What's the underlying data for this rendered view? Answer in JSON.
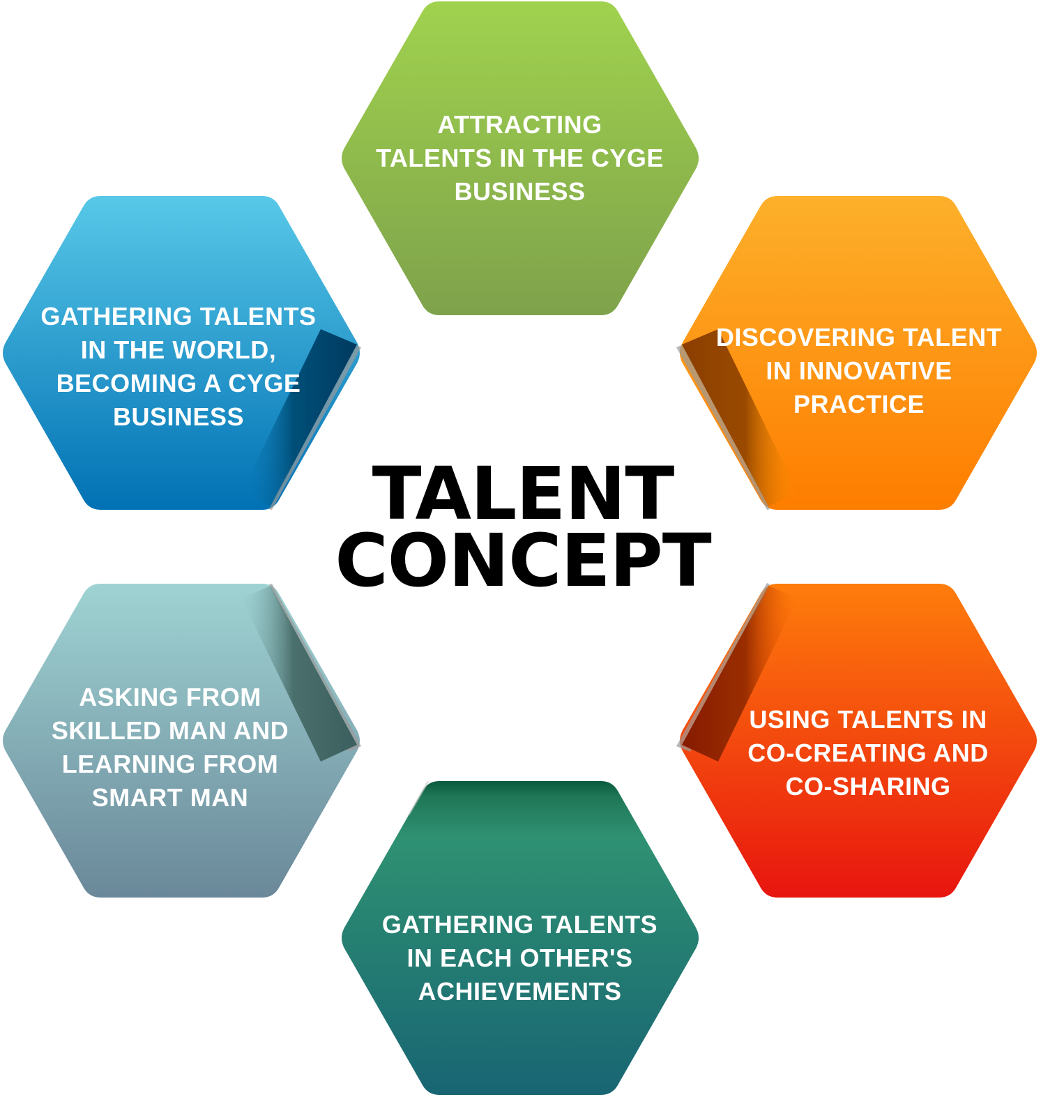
{
  "title": {
    "line1": "TALENT",
    "line2": "CONCEPT",
    "color": "#000000"
  },
  "hexagons": [
    {
      "id": "attracting",
      "position": "top",
      "text": "ATTRACTING\nTALENTS IN THE CYGE\nBUSINESS",
      "gradient_top": "#a0d24e",
      "gradient_bottom": "#7ea24b"
    },
    {
      "id": "gathering-world",
      "position": "upper-left",
      "text": "GATHERING TALENTS\nIN THE WORLD,\nBECOMING A CYGE\nBUSINESS",
      "gradient_top": "#58c8e8",
      "gradient_bottom": "#0171b4"
    },
    {
      "id": "discovering",
      "position": "upper-right",
      "text": "DISCOVERING TALENT\nIN INNOVATIVE\nPRACTICE",
      "gradient_top": "#fdb02b",
      "gradient_bottom": "#fe7d00"
    },
    {
      "id": "asking",
      "position": "lower-left",
      "text": "ASKING FROM\nSKILLED MAN AND\nLEARNING FROM\nSMART MAN",
      "gradient_top": "#9fd3d3",
      "gradient_bottom": "#6a8899"
    },
    {
      "id": "using",
      "position": "lower-right",
      "text": "USING TALENTS IN\nCO-CREATING AND\nCO-SHARING",
      "gradient_top": "#fe7d0c",
      "gradient_bottom": "#e8150f"
    },
    {
      "id": "gathering-achievements",
      "position": "bottom",
      "text": "GATHERING TALENTS\nIN EACH OTHER'S\nACHIEVEMENTS",
      "gradient_top": "#1c6e4c",
      "gradient_bottom": "#186573"
    }
  ]
}
